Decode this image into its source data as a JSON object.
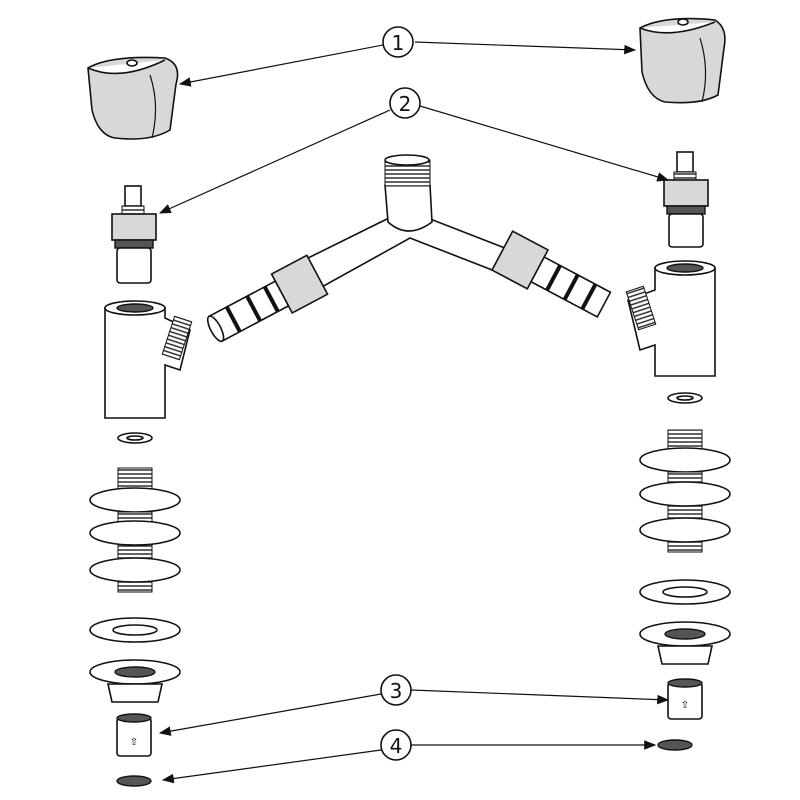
{
  "callouts": [
    {
      "label": "1",
      "part": "handle"
    },
    {
      "label": "2",
      "part": "cartridge"
    },
    {
      "label": "3",
      "part": "check-valve"
    },
    {
      "label": "4",
      "part": "filter-screen"
    }
  ]
}
